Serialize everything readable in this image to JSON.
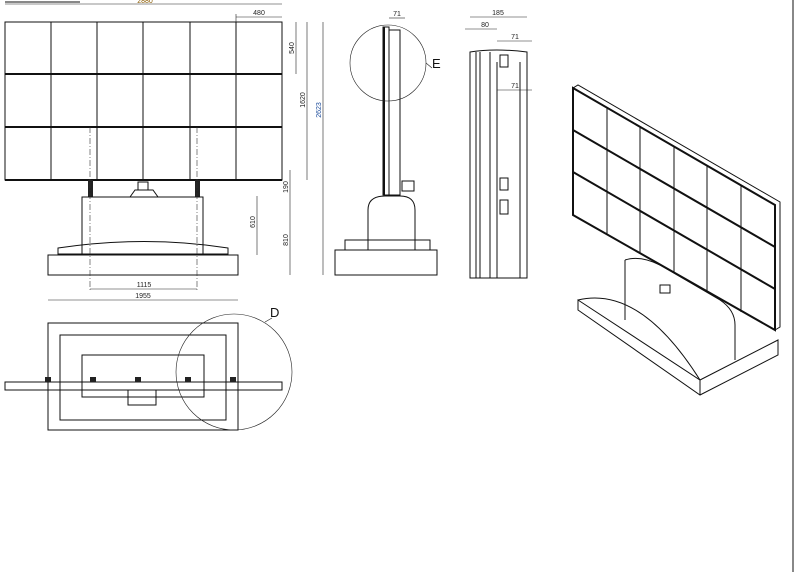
{
  "front_view": {
    "dims": {
      "total_width": "2880",
      "panel_width": "480",
      "panel_height": "540",
      "screen_height": "1620",
      "total_height": "2623",
      "gap": "190",
      "pillar_height": "610",
      "base_height": "810",
      "post_spacing": "1115",
      "base_width": "1955"
    },
    "colors": {
      "accent_dim": "#8a5a00",
      "blue_dim": "#1a4a9a"
    }
  },
  "side_view": {
    "dims": {
      "thickness": "71"
    },
    "detail_label": "E"
  },
  "detail_view": {
    "dims": {
      "depth": "185",
      "offset": "80",
      "thick_top": "71",
      "thick_mid": "71"
    }
  },
  "top_view": {
    "detail_label": "D"
  }
}
